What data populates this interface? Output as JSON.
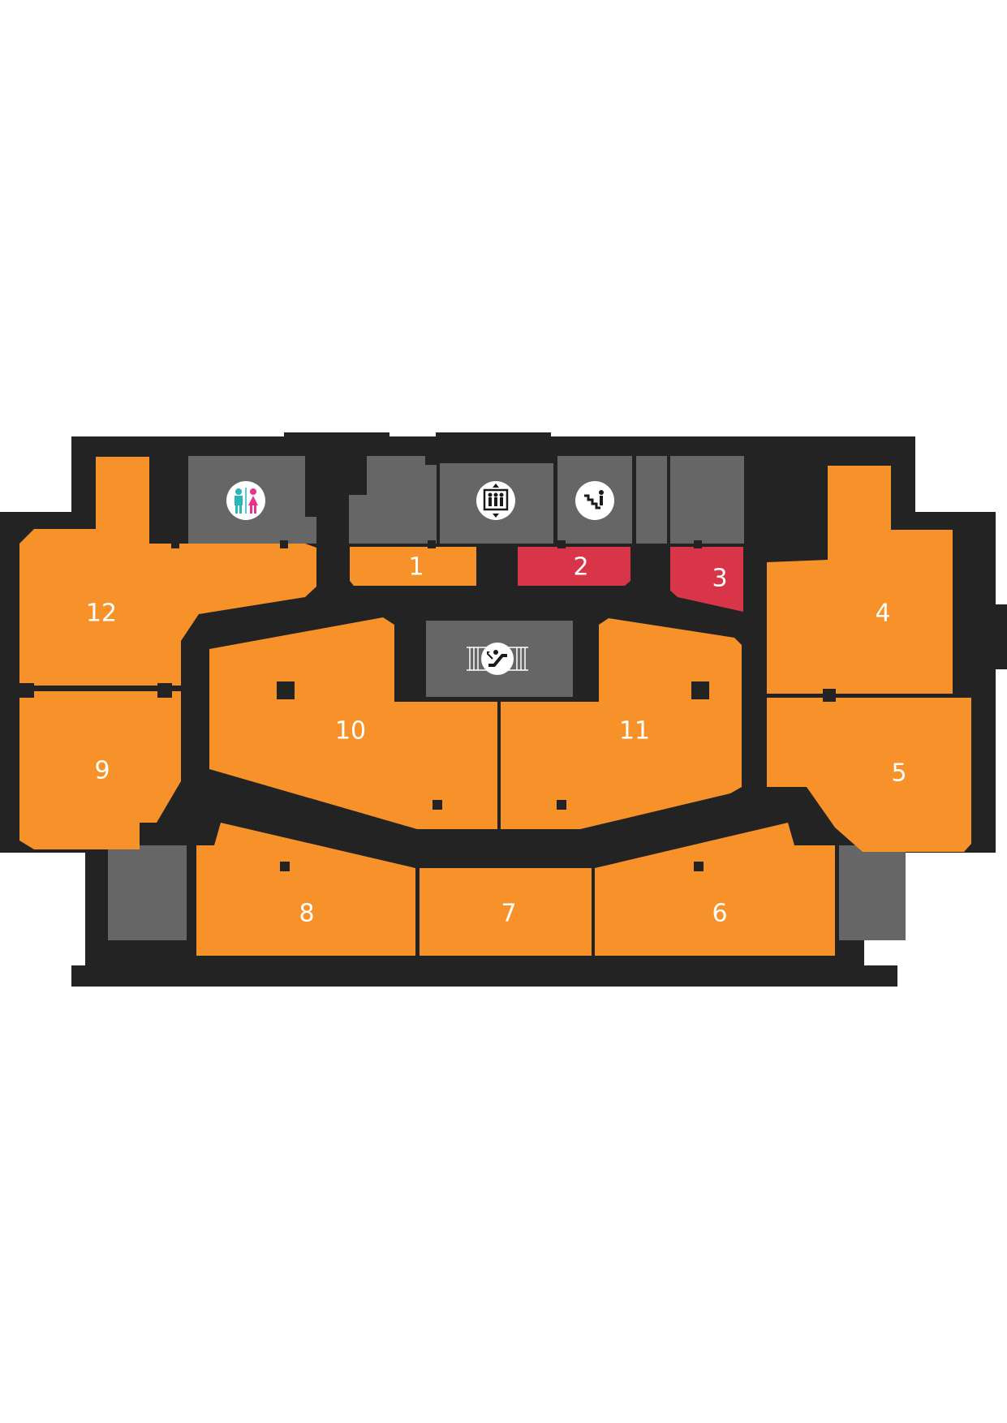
{
  "map": {
    "colors": {
      "background": "#ffffff",
      "building": "#232323",
      "store_default": "#f7922a",
      "store_highlight": "#d93549",
      "service_area": "#666666",
      "label_text": "#ffffff",
      "icon_circle": "#ffffff",
      "icon_glyph": "#1a1a1a",
      "restroom_male": "#2ab7b8",
      "restroom_female": "#e8358c"
    },
    "stores": [
      {
        "id": "1",
        "label": "1",
        "status": "default"
      },
      {
        "id": "2",
        "label": "2",
        "status": "highlight"
      },
      {
        "id": "3",
        "label": "3",
        "status": "highlight"
      },
      {
        "id": "4",
        "label": "4",
        "status": "default"
      },
      {
        "id": "5",
        "label": "5",
        "status": "default"
      },
      {
        "id": "6",
        "label": "6",
        "status": "default"
      },
      {
        "id": "7",
        "label": "7",
        "status": "default"
      },
      {
        "id": "8",
        "label": "8",
        "status": "default"
      },
      {
        "id": "9",
        "label": "9",
        "status": "default"
      },
      {
        "id": "10",
        "label": "10",
        "status": "default"
      },
      {
        "id": "11",
        "label": "11",
        "status": "default"
      },
      {
        "id": "12",
        "label": "12",
        "status": "default"
      }
    ],
    "facilities": [
      {
        "id": "restroom",
        "icon": "restroom-icon"
      },
      {
        "id": "elevator",
        "icon": "elevator-icon"
      },
      {
        "id": "stairs",
        "icon": "stairs-icon"
      },
      {
        "id": "escalator",
        "icon": "escalator-icon"
      }
    ]
  }
}
